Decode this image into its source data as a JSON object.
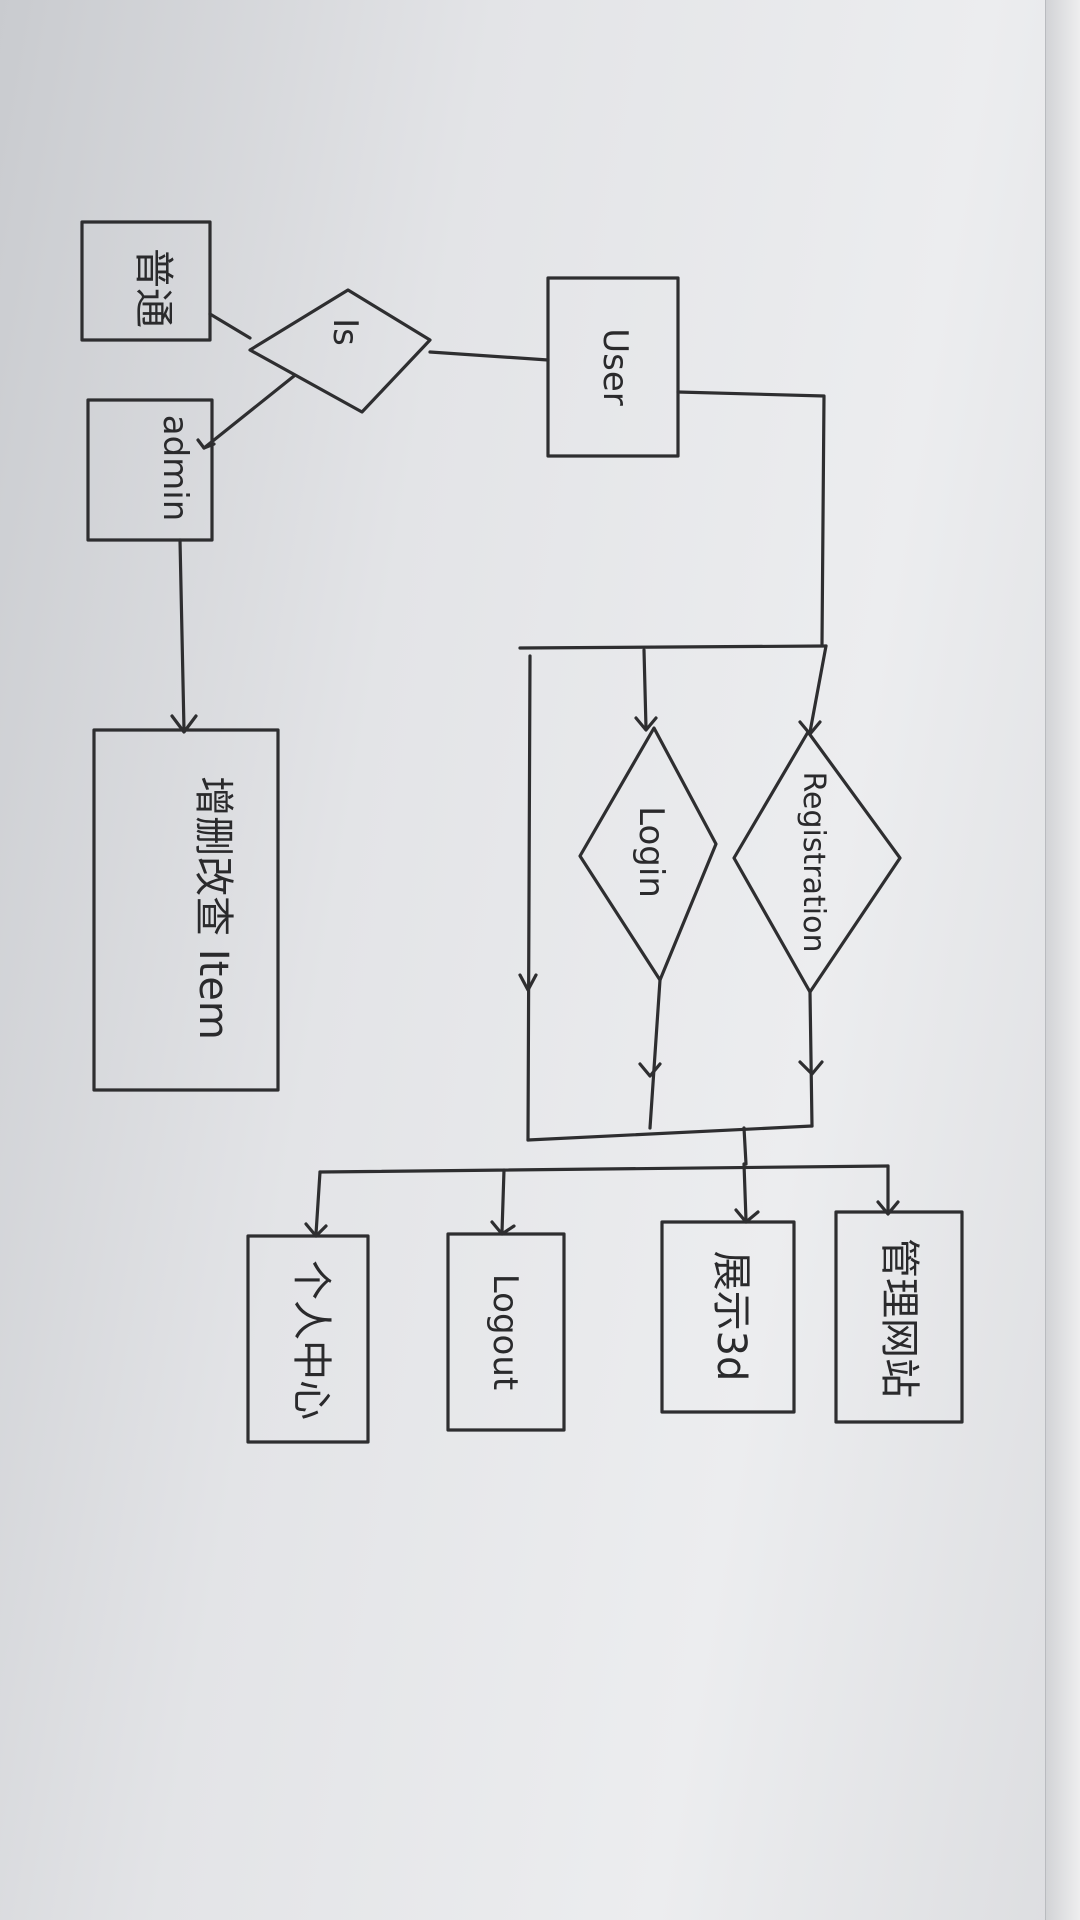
{
  "nodes": {
    "user": "User",
    "is": "Is",
    "top_left_box": "普通",
    "admin": "admin",
    "crud": "增删改查 Item",
    "registration": "Registration",
    "login": "Login",
    "show_3d": "展示3d",
    "manage_web": "管理网站",
    "logout": "Logout",
    "personal_center": "个人中心"
  }
}
